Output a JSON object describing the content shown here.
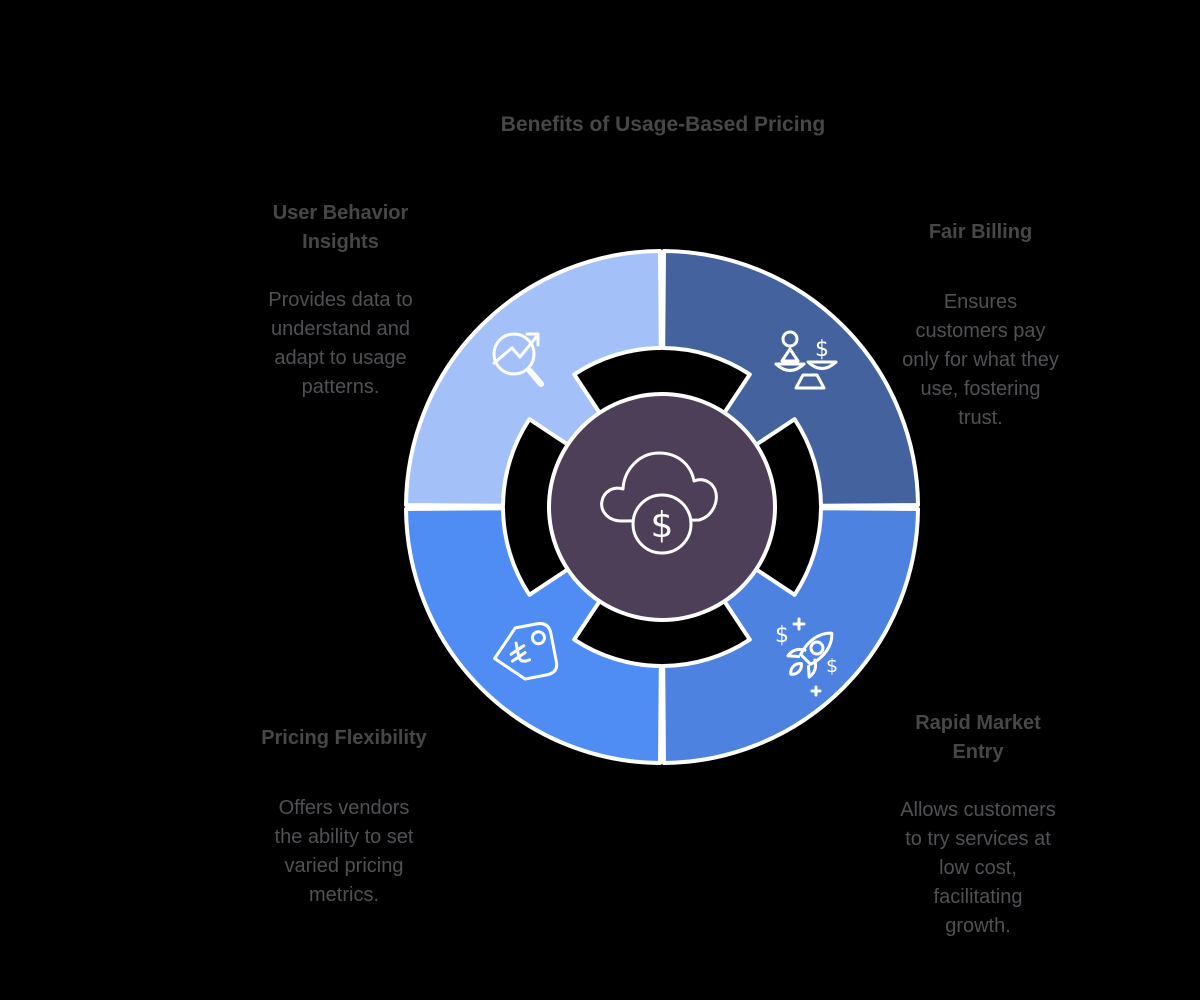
{
  "title": "Benefits of Usage-Based Pricing",
  "colors": {
    "background": "#000000",
    "center": "#4d3f57",
    "stroke": "#ffffff",
    "title_text": "#474747",
    "body_text": "#525055"
  },
  "center_icon": {
    "name": "cloud-dollar-icon",
    "symbol": "$"
  },
  "icons": {
    "dollar": "$"
  },
  "segments": [
    {
      "id": "user-behavior-insights",
      "position": "top-left",
      "color": "#a3c1f8",
      "icon": "chart-magnifier-icon",
      "title": "User Behavior\nInsights",
      "body": "Provides data to\nunderstand and\nadapt to usage\npatterns."
    },
    {
      "id": "fair-billing",
      "position": "top-right",
      "color": "#44639e",
      "icon": "balance-scale-icon",
      "title": "Fair Billing",
      "body": "Ensures\ncustomers pay\nonly for what they\nuse, fostering\ntrust."
    },
    {
      "id": "pricing-flexibility",
      "position": "bottom-left",
      "color": "#4f8df5",
      "icon": "price-tag-icon",
      "title": "Pricing Flexibility",
      "body": "Offers vendors\nthe ability to set\nvaried pricing\nmetrics."
    },
    {
      "id": "rapid-market-entry",
      "position": "bottom-right",
      "color": "#4d82e0",
      "icon": "rocket-icon",
      "title": "Rapid Market\nEntry",
      "body": "Allows customers\nto try services at\nlow cost,\nfacilitating\ngrowth."
    }
  ]
}
